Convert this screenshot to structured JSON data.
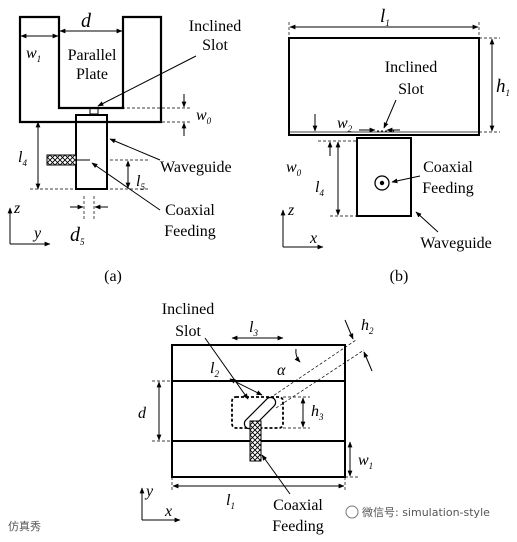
{
  "panel_a": {
    "label": "(a)",
    "d": "d",
    "w1": "w",
    "w1_sub": "1",
    "parallel": "Parallel",
    "plate": "Plate",
    "inclined": "Inclined",
    "slot": "Slot",
    "w0": "w",
    "w0_sub": "0",
    "l4": "l",
    "l4_sub": "4",
    "waveguide": "Waveguide",
    "l5": "l",
    "l5_sub": "5",
    "coaxial": "Coaxial",
    "feeding": "Feeding",
    "d5": "d",
    "d5_sub": "5",
    "axis_z": "z",
    "axis_y": "y"
  },
  "panel_b": {
    "label": "(b)",
    "l1": "l",
    "l1_sub": "1",
    "inclined": "Inclined",
    "slot": "Slot",
    "h1": "h",
    "h1_sub": "1",
    "w2": "w",
    "w2_sub": "2",
    "w0": "w",
    "w0_sub": "0",
    "l4": "l",
    "l4_sub": "4",
    "coaxial": "Coaxial",
    "feeding": "Feeding",
    "waveguide": "Waveguide",
    "axis_z": "z",
    "axis_x": "x"
  },
  "panel_c": {
    "inclined": "Inclined",
    "slot": "Slot",
    "l3": "l",
    "l3_sub": "3",
    "h2": "h",
    "h2_sub": "2",
    "l2": "l",
    "l2_sub": "2",
    "alpha": "α",
    "d": "d",
    "h3": "h",
    "h3_sub": "3",
    "w1": "w",
    "w1_sub": "1",
    "l1": "l",
    "l1_sub": "1",
    "coaxial": "Coaxial",
    "feeding": "Feeding",
    "axis_y": "y",
    "axis_x": "x"
  },
  "watermark": {
    "left": "仿真秀",
    "right": "微信号: simulation-style"
  }
}
